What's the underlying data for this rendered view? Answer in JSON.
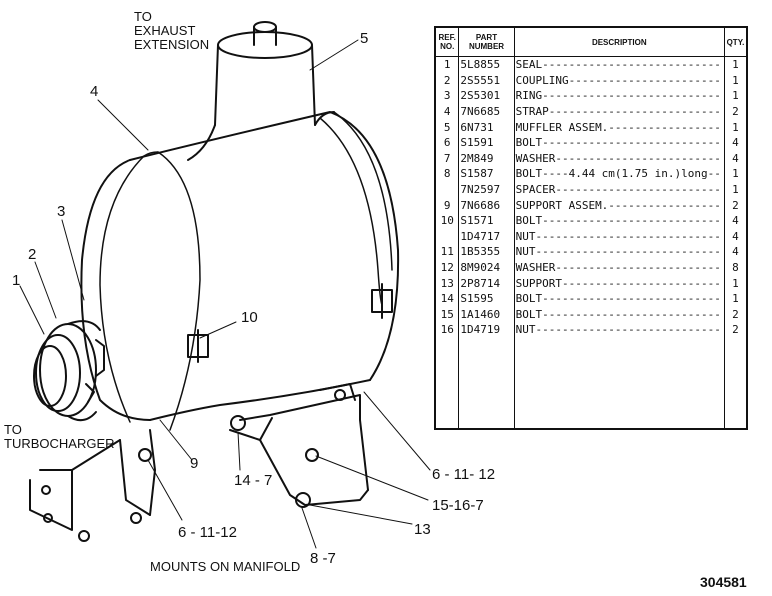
{
  "labels": {
    "to_exhaust": "TO\nEXHAUST\nEXTENSION",
    "to_turbo": "TO\nTURBOCHARGER",
    "mounts": "MOUNTS ON MANIFOLD",
    "figure_number": "304581"
  },
  "callouts": {
    "c1": "1",
    "c2": "2",
    "c3": "3",
    "c4": "4",
    "c5": "5",
    "c9": "9",
    "c10": "10",
    "c6a": "6 - 11- 12",
    "c6b": "6 - 11-12",
    "c14": "14 - 7",
    "c15": "15-16-7",
    "c13": "13",
    "c8": "8  -7"
  },
  "table": {
    "headers": {
      "ref": "REF. NO.",
      "part": "PART NUMBER",
      "desc": "DESCRIPTION",
      "qty": "QTY."
    },
    "rows": [
      {
        "ref": "1",
        "part": "5L8855",
        "desc": "SEAL---------------------------",
        "qty": "1"
      },
      {
        "ref": "2",
        "part": "2S5551",
        "desc": "COUPLING-----------------------",
        "qty": "1"
      },
      {
        "ref": "3",
        "part": "2S5301",
        "desc": "RING---------------------------",
        "qty": "1"
      },
      {
        "ref": "4",
        "part": "7N6685",
        "desc": "STRAP--------------------------",
        "qty": "2"
      },
      {
        "ref": "5",
        "part": "6N731",
        "desc": "MUFFLER ASSEM.-----------------",
        "qty": "1"
      },
      {
        "ref": "6",
        "part": "S1591",
        "desc": "BOLT---------------------------",
        "qty": "4"
      },
      {
        "ref": "7",
        "part": "2M849",
        "desc": "WASHER-------------------------",
        "qty": "4"
      },
      {
        "ref": "8",
        "part": "S1587",
        "desc": "BOLT----4.44 cm(1.75 in.)long--",
        "qty": "1"
      },
      {
        "ref": "",
        "part": "7N2597",
        "desc": "SPACER-------------------------",
        "qty": "1"
      },
      {
        "ref": "9",
        "part": "7N6686",
        "desc": "SUPPORT ASSEM.-----------------",
        "qty": "2"
      },
      {
        "ref": "10",
        "part": "S1571",
        "desc": "BOLT---------------------------",
        "qty": "4"
      },
      {
        "ref": "",
        "part": "1D4717",
        "desc": "NUT----------------------------",
        "qty": "4"
      },
      {
        "ref": "11",
        "part": "1B5355",
        "desc": "NUT----------------------------",
        "qty": "4"
      },
      {
        "ref": "12",
        "part": "8M9024",
        "desc": "WASHER-------------------------",
        "qty": "8"
      },
      {
        "ref": "13",
        "part": "2P8714",
        "desc": "SUPPORT------------------------",
        "qty": "1"
      },
      {
        "ref": "14",
        "part": "S1595",
        "desc": "BOLT---------------------------",
        "qty": "1"
      },
      {
        "ref": "15",
        "part": "1A1460",
        "desc": "BOLT---------------------------",
        "qty": "2"
      },
      {
        "ref": "16",
        "part": "1D4719",
        "desc": "NUT----------------------------",
        "qty": "2"
      }
    ]
  }
}
